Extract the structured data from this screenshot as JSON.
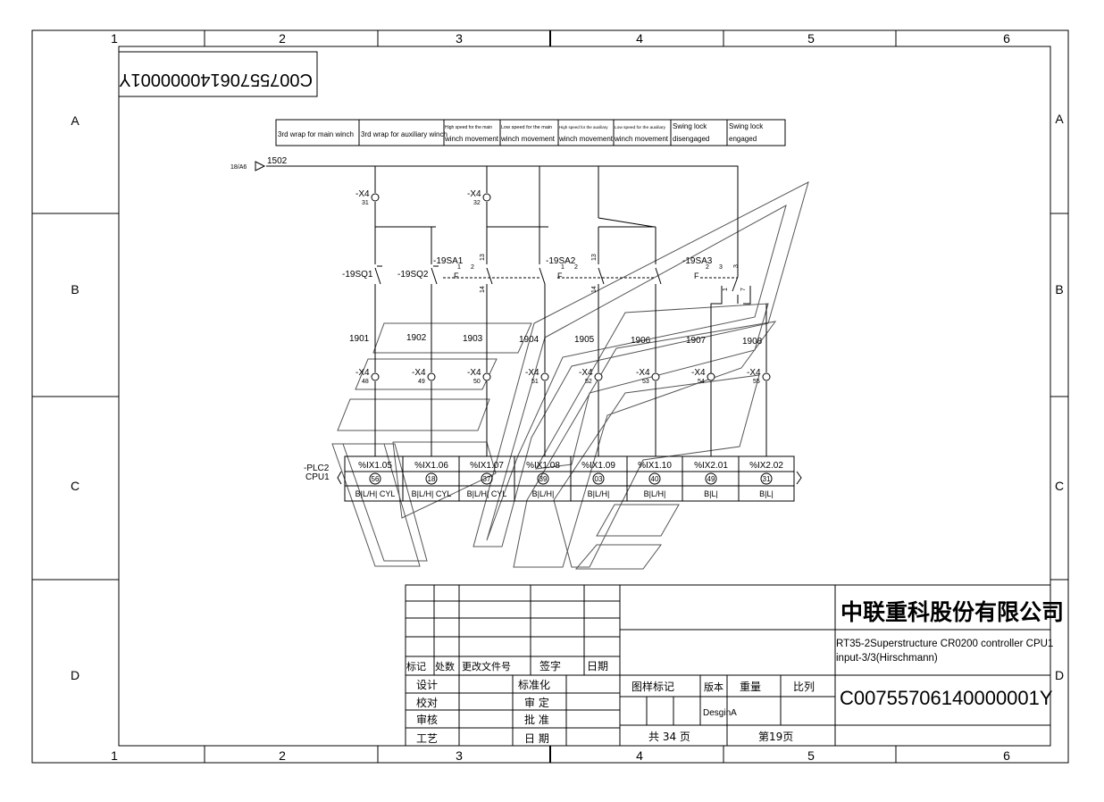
{
  "frame": {
    "columns": [
      "1",
      "2",
      "3",
      "4",
      "5",
      "6"
    ],
    "rows": [
      "A",
      "B",
      "C",
      "D"
    ]
  },
  "mirrored_stamp": "C00755706140000001Y",
  "function_headers": [
    [
      "3rd wrap for main winch"
    ],
    [
      "3rd wrap for auxiliary winch"
    ],
    [
      "High speed for the main",
      "winch movement"
    ],
    [
      "Low speed for the main",
      "winch movement"
    ],
    [
      "High speed for the auxiliary",
      "winch movement"
    ],
    [
      "Low speed for the auxiliary",
      "winch movement"
    ],
    [
      "Swing lock",
      "disengaged"
    ],
    [
      "Swing lock",
      "engaged"
    ]
  ],
  "source": {
    "ref": "18/A6",
    "wire": "1502"
  },
  "top_terminals": [
    {
      "tag": "-X4",
      "num": "31"
    },
    {
      "tag": "-X4",
      "num": "32"
    }
  ],
  "devices": [
    {
      "tag": "-19SQ1"
    },
    {
      "tag": "-19SQ2"
    },
    {
      "tag": "-19SA1",
      "pin_a": "1",
      "pin_b": "2",
      "side_a": "13",
      "side_b": "14"
    },
    {
      "tag": "-19SA2",
      "pin_a": "1",
      "pin_b": "2",
      "side_a": "13",
      "side_b": "14"
    },
    {
      "tag": "-19SA3",
      "pin_a": "2",
      "pin_b": "3",
      "side_a": "1",
      "side_b": "7"
    }
  ],
  "wires": [
    "1901",
    "1902",
    "1903",
    "1904",
    "1905",
    "1906",
    "1907",
    "1908"
  ],
  "bottom_terminals": [
    {
      "tag": "-X4",
      "num": "48"
    },
    {
      "tag": "-X4",
      "num": "49"
    },
    {
      "tag": "-X4",
      "num": "50"
    },
    {
      "tag": "-X4",
      "num": "51"
    },
    {
      "tag": "-X4",
      "num": "52"
    },
    {
      "tag": "-X4",
      "num": "53"
    },
    {
      "tag": "-X4",
      "num": "54"
    },
    {
      "tag": "-X4",
      "num": "55"
    }
  ],
  "plc": {
    "tag": "-PLC2",
    "cpu": "CPU1",
    "addresses": [
      "%IX1.05",
      "%IX1.06",
      "%IX1.07",
      "%IX1.08",
      "%IX1.09",
      "%IX1.10",
      "%IX2.01",
      "%IX2.02"
    ],
    "pins": [
      "56",
      "18",
      "37",
      "39",
      "03",
      "40",
      "49",
      "31"
    ],
    "types": [
      "B|L/H| CYL",
      "B|L/H| CYL",
      "B|L/H| CYL",
      "B|L/H|",
      "B|L/H|",
      "B|L/H|",
      "B|L|",
      "B|L|"
    ]
  },
  "title_block": {
    "revision_headers": [
      "标记",
      "处数",
      "更改文件号",
      "签字",
      "日期"
    ],
    "roles_left": [
      "设计",
      "校对",
      "审核",
      "工艺"
    ],
    "roles_right": [
      "标准化",
      "审 定",
      "批 准",
      "日 期"
    ],
    "company": "中联重科股份有限公司",
    "title_line1": "RT35-2Superstructure CR0200 controller CPU1",
    "title_line2": "input-3/3(Hirschmann)",
    "drawing_number": "C00755706140000001Y",
    "mark_label": "图样标记",
    "version_label": "版本",
    "weight_label": "重量",
    "scale_label": "比列",
    "version_value": "DesginA",
    "total_pages": "共 34 页",
    "page": "第19页"
  }
}
